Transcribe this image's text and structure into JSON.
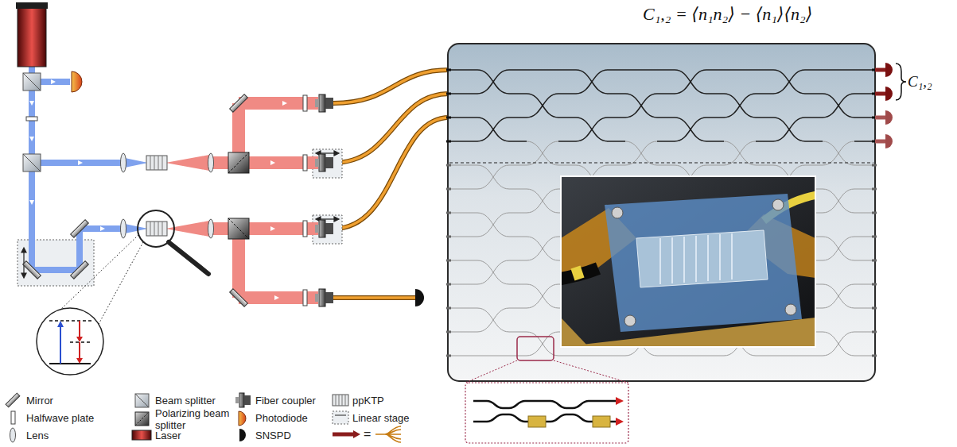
{
  "diagram": {
    "labels": [
      "C₁,₂ = ⟨n₁n₂⟩ − ⟨n₁⟩⟨n₂⟩",
      "C₁,₂"
    ],
    "legend": [
      {
        "text": "Mirror"
      },
      {
        "text": "Beam splitter"
      },
      {
        "text": "Fiber coupler"
      },
      {
        "text": "ppKTP"
      },
      {
        "text": "Halfwave plate"
      },
      {
        "text": "Polarizing beam splitter"
      },
      {
        "text": "Photodiode"
      },
      {
        "text": "Linear stage"
      },
      {
        "text": "Lens"
      },
      {
        "text": "Laser"
      },
      {
        "text": "SNSPD"
      },
      {
        "text": "="
      }
    ]
  }
}
